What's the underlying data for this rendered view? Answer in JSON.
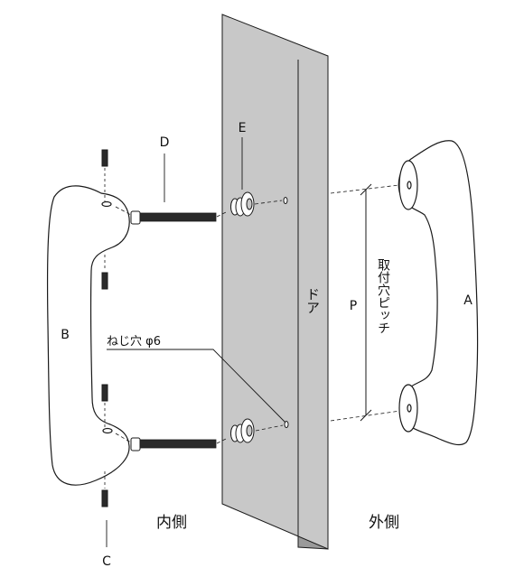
{
  "labels": {
    "handle_outer": "A",
    "handle_inner": "B",
    "set_screw": "C",
    "bolt": "D",
    "washer_nut": "E",
    "pitch": "P",
    "door": "ドア",
    "mounting_pitch": "取付穴ピッチ",
    "screw_hole": "ねじ穴 φ6",
    "inside": "内側",
    "outside": "外側"
  },
  "colors": {
    "door_face": "#c8c8c8",
    "door_edge": "#9a9a9a",
    "line": "#1a1a1a",
    "screw_thread": "#2a2a2a"
  }
}
